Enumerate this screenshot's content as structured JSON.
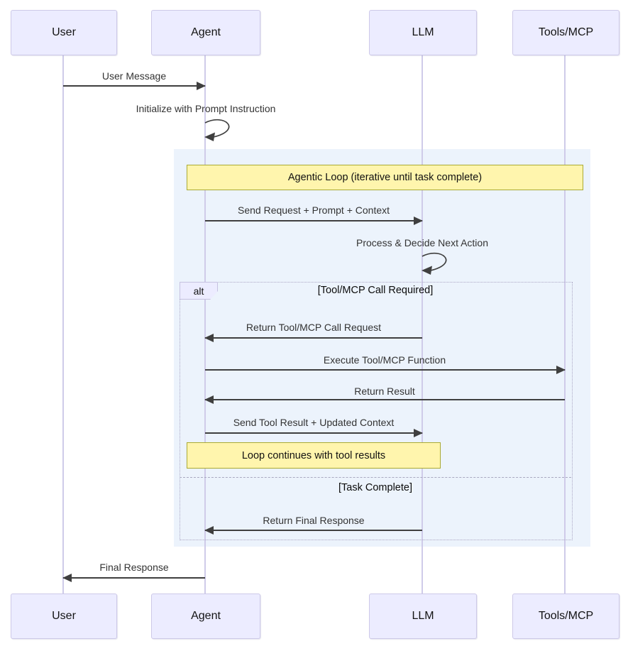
{
  "actors": [
    {
      "id": "user",
      "label": "User"
    },
    {
      "id": "agent",
      "label": "Agent"
    },
    {
      "id": "llm",
      "label": "LLM"
    },
    {
      "id": "tools",
      "label": "Tools/MCP"
    }
  ],
  "messages": {
    "user_message": "User Message",
    "initialize": "Initialize with Prompt Instruction",
    "send_request": "Send Request + Prompt + Context",
    "process_decide": "Process & Decide Next Action",
    "return_tool_call": "Return Tool/MCP Call Request",
    "execute_tool": "Execute Tool/MCP Function",
    "return_result": "Return Result",
    "send_tool_result": "Send Tool Result + Updated Context",
    "return_final": "Return Final Response",
    "final_response": "Final Response"
  },
  "notes": {
    "agentic_loop": "Agentic Loop (iterative until task complete)",
    "loop_continues": "Loop continues with tool results"
  },
  "alt_frame": {
    "label": "alt",
    "conditions": [
      "[Tool/MCP Call Required]",
      "[Task Complete]"
    ]
  },
  "colors": {
    "actor_fill": "#ECECFF",
    "actor_border": "#CDC9E8",
    "lifeline": "#CFCBE9",
    "note_fill": "#FFF5AD",
    "note_border": "#AAAA33",
    "region_fill": "#ECF3FC",
    "message_line": "#3F3F3F"
  }
}
